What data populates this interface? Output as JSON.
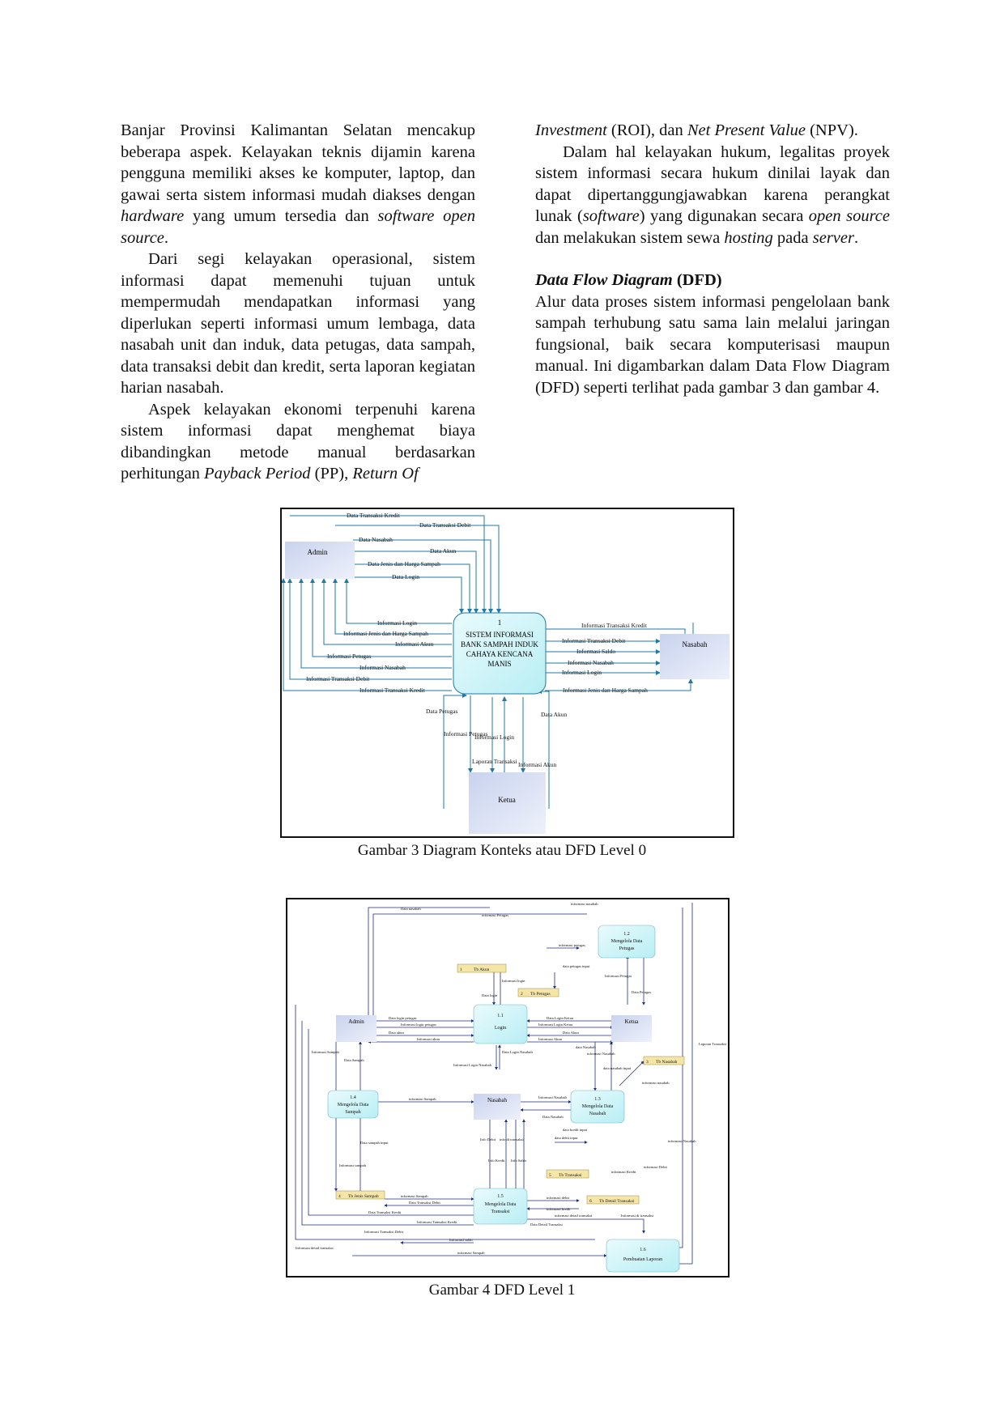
{
  "left_column": {
    "p1": [
      "Banjar Provinsi Kalimantan Selatan mencakup beberapa aspek. Kelayakan teknis dijamin karena pengguna memiliki akses ke komputer, laptop, dan gawai serta sistem informasi mudah diakses dengan ",
      "hardware",
      " yang umum tersedia dan ",
      "software open source",
      "."
    ],
    "p2": "Dari segi kelayakan operasional, sistem informasi dapat memenuhi tujuan untuk mempermudah mendapatkan informasi yang diperlukan seperti informasi umum lembaga, data nasabah unit dan induk, data petugas, data sampah, data transaksi debit dan kredit, serta laporan kegiatan harian nasabah.",
    "p3": [
      "Aspek kelayakan ekonomi terpenuhi karena sistem informasi dapat menghemat biaya dibandingkan metode manual berdasarkan perhitungan ",
      "Payback Period",
      " (PP), ",
      "Return Of"
    ]
  },
  "right_column": {
    "p1": [
      "Investment",
      " (ROI), dan ",
      "Net Present Value",
      " (NPV)."
    ],
    "p2": [
      "Dalam hal kelayakan hukum, legalitas proyek sistem informasi secara hukum dinilai layak dan dapat dipertanggungjawabkan karena perangkat lunak (",
      "software",
      ") yang digunakan secara ",
      "open source",
      " dan melakukan sistem sewa ",
      "hosting",
      " pada ",
      "server",
      "."
    ],
    "heading_italic": "Data Flow Diagram",
    "heading_rest": " (DFD)",
    "p3": "Alur data proses sistem informasi pengelolaan bank sampah terhubung satu sama lain melalui jaringan fungsional, baik secara komputerisasi maupun manual. Ini digambarkan dalam Data Flow Diagram (DFD) seperti terlihat pada gambar 3 dan gambar 4."
  },
  "figure3": {
    "caption": "Gambar 3 Diagram Konteks atau DFD Level 0",
    "admin": "Admin",
    "nasabah": "Nasabah",
    "ketua": "Ketua",
    "process_num": "1",
    "process": [
      "SISTEM INFORMASI",
      "BANK SAMPAH INDUK",
      "CAHAYA KENCANA",
      "MANIS"
    ],
    "flows_top": [
      "Data Transaksi Kredit",
      "Data Transaksi Debit",
      "Data Nasabah",
      "Data Akun",
      "Data Jenis dan Harga Sampah",
      "Data Login"
    ],
    "flows_left": [
      "Informasi Login",
      "Informasi Jenis dan Harga Sampah",
      "Informasi Akun",
      "Informasi Petugas",
      "Informasi Nasabah",
      "Informasi Transaksi Debit",
      "Informasi Transaksi Kredit"
    ],
    "flows_right": [
      "Informasi Transaksi Kredit",
      "Informasi Transaksi Debit",
      "Informasi Saldo",
      "Informasi Nasabah",
      "Informasi Login",
      "Informasi Jenis dan Harga Sampah"
    ],
    "flows_bottom": [
      "Data Petugas",
      "Informasi Petugas",
      "Informasi Login",
      "Laporan Transaksi",
      "Informasi Akun",
      "Data Akun"
    ]
  },
  "figure4": {
    "caption": "Gambar 4 DFD Level 1",
    "entities": {
      "admin": "Admin",
      "ketua": "Ketua",
      "nasabah": "Nasabah"
    },
    "processes": {
      "p1": [
        "1.1",
        "Login"
      ],
      "p2": [
        "1.2",
        "Mengelola Data",
        "Petugas"
      ],
      "p3": [
        "1.3",
        "Mengelola Data",
        "Nasabah"
      ],
      "p4": [
        "1.4",
        "Mengelola Data",
        "Sampah"
      ],
      "p5": [
        "1.5",
        "Mengelola Data",
        "Transaksi"
      ],
      "p6": [
        "1.6",
        "Pembuatan Laporan"
      ]
    },
    "stores": {
      "s1": [
        "1",
        "Tb Akun"
      ],
      "s2": [
        "2",
        "Tb Petugas"
      ],
      "s3": [
        "3",
        "Tb Nasabah"
      ],
      "s4": [
        "4",
        "Tb Jenis Sampah"
      ],
      "s5": [
        "5",
        "Tb Transaksi"
      ],
      "s6": [
        "6",
        "Tb Detail Transaksi"
      ]
    },
    "labels": {
      "top1": "informasi nasabah",
      "top2": "Data nasabah",
      "top3": "informasi Petugas",
      "l_datalogin_admin": "Data login petugas",
      "l_infologin_admin": "Informasi login petugas",
      "l_dataakun": "Data akun",
      "l_infoakun": "Informasi akun",
      "l_datalogin_ketua": "Data Login Ketua",
      "l_infologin_ketua": "Informasi Login Ketua",
      "l_dataakun_k": "Data Akun",
      "l_infoakun_k": "Informasi Akun",
      "l_datalogin": "Data login",
      "l_infologin": "Informasi login",
      "l_infopetugas": "informasi petugas",
      "l_datapetugas_input": "data petugas input",
      "l_infopetugas2": "Informasi Petugas",
      "l_datapetugas": "Data Petugas",
      "l_infosampah_a": "Informasi Sampah",
      "l_datasampah": "Data Sampah",
      "l_datalogin_n": "Data Login Nasabah",
      "l_infologin_n": "Informasi Login Nasabah",
      "l_infosampah_mid": "informasi Sampah",
      "l_infonasabah": "Informasi Nasabah",
      "l_datanasabah": "Data Nasabah",
      "l_datanasabah2": "data Nasabah",
      "l_infonasabah2": "informasi Nasabah",
      "l_datanasabah_input": "data nasabah input",
      "l_infonasabah3": "informasi nasabah",
      "l_laporan": "Laporan Transaksi",
      "l_infonasabah_r": "informasi Nasabah",
      "l_datasampah_input": "Data sampah input",
      "l_infosampah_b": "Informasi sampah",
      "l_infodebit": "Info Debit",
      "l_infotransaksi": "info di transaksi",
      "l_infokredit": "Info Kredit",
      "l_infosaldo": "Info Saldo",
      "l_infosampah_c": "informasi Sampah",
      "l_datatdebit": "Data Transaksi Debit",
      "l_datatkredit": "Data Transaksi Kredit",
      "l_infotkredit": "Informasi Transaksi Kredit",
      "l_infotdebit": "Informasi Transaksi Debit",
      "l_infosaldo2": "Informasi saldo",
      "l_infodtransaksi": "Informasi detail transaksi",
      "l_infosampah_d": "informasi Sampah",
      "l_datakredit_input": "data kredit input",
      "l_datadebit_input": "data debit input",
      "l_infodebit2": "informasi Debit",
      "l_infokredit2": "informasi Kredit",
      "l_infodebit3": "informasi debit",
      "l_infokredit3": "informasi kredit",
      "l_infodetail": "informasi detail transaksi",
      "l_datadetail": "Data Detail Transaksi",
      "l_infodt": "Informasi dt transaksi"
    }
  }
}
